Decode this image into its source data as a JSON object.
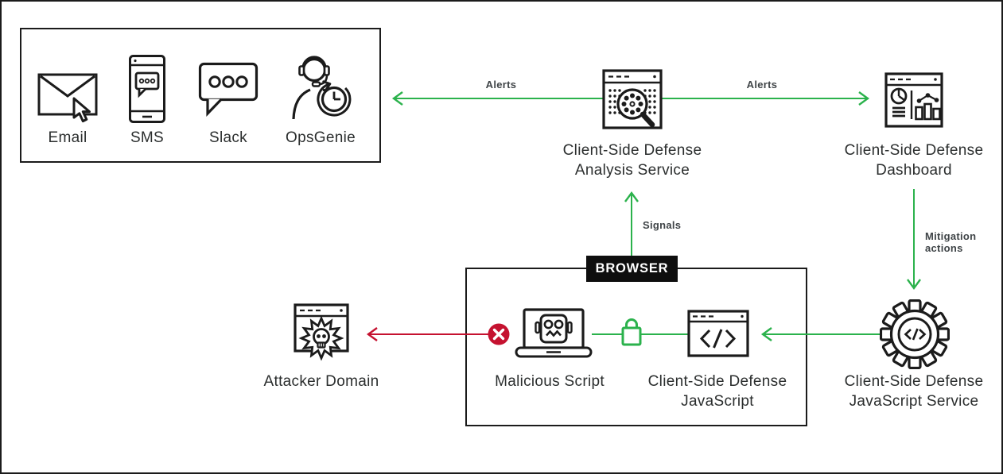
{
  "colors": {
    "green": "#2BB24C",
    "red": "#C51230",
    "ink": "#1b1b1b",
    "label_text": "#2b2e2e",
    "edge_label_text": "#3f4447",
    "browser_tag_bg": "#0e0e0e"
  },
  "notification": {
    "items": [
      {
        "label": "Email",
        "icon": "email-icon"
      },
      {
        "label": "SMS",
        "icon": "sms-icon"
      },
      {
        "label": "Slack",
        "icon": "slack-icon"
      },
      {
        "label": "OpsGenie",
        "icon": "opsgenie-icon"
      }
    ]
  },
  "nodes": {
    "analysis_service": {
      "line1": "Client-Side Defense",
      "line2": "Analysis Service",
      "icon": "analysis-service-icon"
    },
    "dashboard": {
      "line1": "Client-Side Defense",
      "line2": "Dashboard",
      "icon": "dashboard-icon"
    },
    "attacker_domain": {
      "label": "Attacker Domain",
      "icon": "attacker-domain-icon"
    },
    "malicious_script": {
      "label": "Malicious Script",
      "icon": "malicious-script-icon"
    },
    "csd_javascript": {
      "line1": "Client-Side Defense",
      "line2": "JavaScript",
      "icon": "code-browser-icon"
    },
    "js_service": {
      "line1": "Client-Side Defense",
      "line2": "JavaScript Service",
      "icon": "gear-code-icon"
    }
  },
  "browser": {
    "label": "BROWSER"
  },
  "edges": {
    "alerts_left": {
      "label": "Alerts"
    },
    "alerts_right": {
      "label": "Alerts"
    },
    "signals": {
      "label": "Signals"
    },
    "mitigation": {
      "line1": "Mitigation",
      "line2": "actions"
    },
    "blocked": {
      "icon": "blocked-x-icon"
    },
    "secured": {
      "icon": "lock-icon"
    }
  }
}
